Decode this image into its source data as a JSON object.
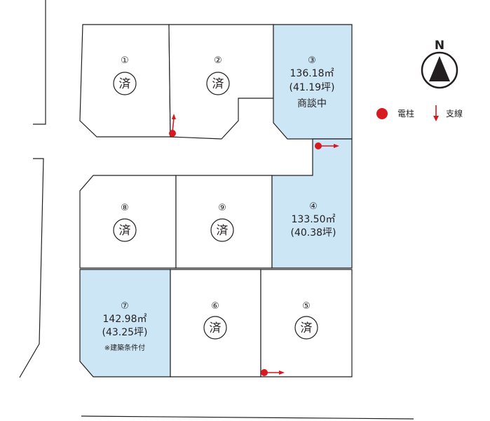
{
  "colors": {
    "available": "#cce6f6",
    "sold": "#ffffff",
    "line": "#231f20",
    "pole": "#d71920"
  },
  "compass": {
    "label": "N"
  },
  "legend": {
    "pole_label": "電柱",
    "stay_label": "支線"
  },
  "sold_mark": "済",
  "lots": [
    {
      "id": "1",
      "num": "①",
      "status": "sold"
    },
    {
      "id": "2",
      "num": "②",
      "status": "sold"
    },
    {
      "id": "3",
      "num": "③",
      "status": "available",
      "area": "136.18㎡",
      "tsubo": "(41.19坪)",
      "note": "商談中"
    },
    {
      "id": "4",
      "num": "④",
      "status": "available",
      "area": "133.50㎡",
      "tsubo": "(40.38坪)"
    },
    {
      "id": "5",
      "num": "⑤",
      "status": "sold"
    },
    {
      "id": "6",
      "num": "⑥",
      "status": "sold"
    },
    {
      "id": "7",
      "num": "⑦",
      "status": "available",
      "area": "142.98㎡",
      "tsubo": "(43.25坪)",
      "note": "※建築条件付"
    },
    {
      "id": "8",
      "num": "⑧",
      "status": "sold"
    },
    {
      "id": "9",
      "num": "⑨",
      "status": "sold"
    }
  ]
}
